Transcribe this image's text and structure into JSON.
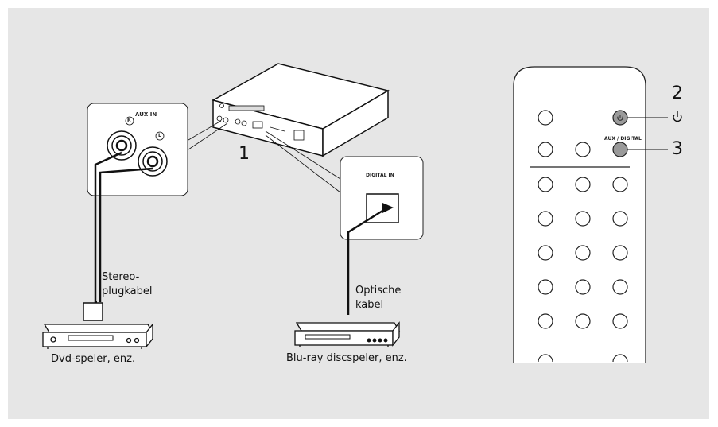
{
  "labels": {
    "aux_in": "AUX IN",
    "r": "R",
    "l": "L",
    "digital_in": "DIGITAL IN",
    "stereo_cable_line1": "Stereo-",
    "stereo_cable_line2": "plugkabel",
    "optical_cable_line1": "Optische",
    "optical_cable_line2": "kabel",
    "dvd_player": "Dvd-speler, enz.",
    "bluray_player": "Blu-ray discspeler, enz.",
    "aux_digital": "AUX / DIGITAL"
  },
  "steps": {
    "one": "1",
    "two": "2",
    "three": "3"
  },
  "icons": {
    "power": "power-icon"
  }
}
